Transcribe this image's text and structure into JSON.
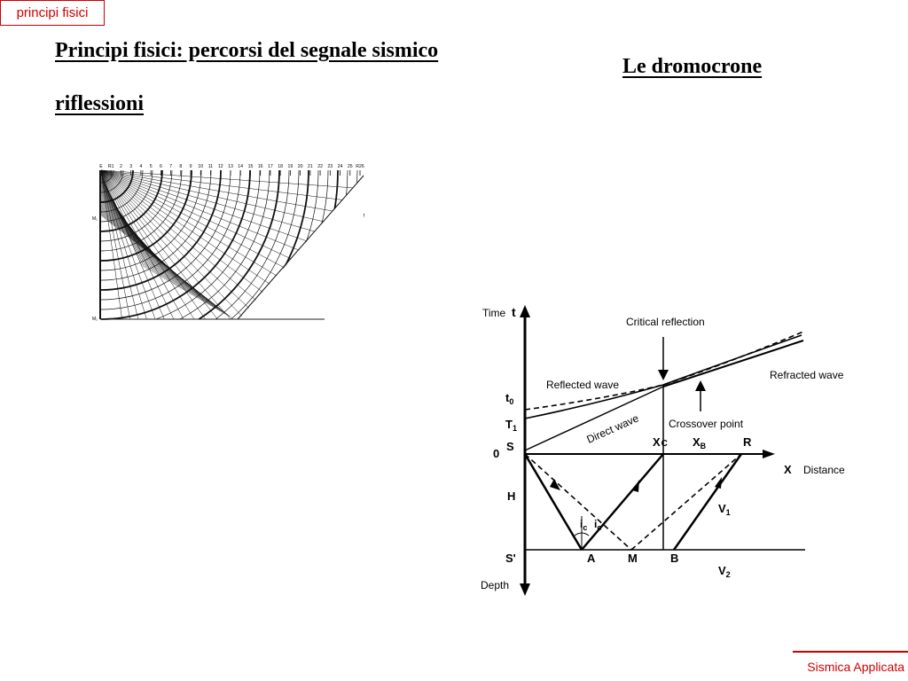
{
  "tag": "principi fisici",
  "title": "Principi fisici: percorsi del segnale sismico",
  "subtitle": "riflessioni",
  "dromocrone_heading": "Le dromocrone",
  "footer": "Sismica Applicata",
  "wavefront_figure": {
    "scale_labels": [
      "E",
      "R1",
      "2",
      "3",
      "4",
      "5",
      "6",
      "7",
      "8",
      "9",
      "10",
      "11",
      "12",
      "13",
      "14",
      "15",
      "16",
      "17",
      "18",
      "19",
      "20",
      "21",
      "22",
      "23",
      "24",
      "25",
      "R26"
    ],
    "side_labels": [
      "M₁",
      "M₂"
    ]
  },
  "diagram": {
    "labels": {
      "time": "Time",
      "t": "t",
      "critical_reflection": "Critical reflection",
      "reflected_wave": "Reflected wave",
      "refracted_wave": "Refracted wave",
      "t0": "t",
      "t0_sub": "0",
      "t1": "T",
      "t1_sub": "1",
      "direct_wave": "Direct wave",
      "crossover_point": "Crossover point",
      "s": "S",
      "xc": "X",
      "xc_sub": "C",
      "xb": "X",
      "xb_sub": "B",
      "r": "R",
      "zero": "0",
      "x": "X",
      "distance": "Distance",
      "h": "H",
      "v1": "V",
      "v1_sub": "1",
      "ic": "i",
      "ic_sub": "c",
      "ic2": "i",
      "ic2_sub": "c",
      "s_prime": "S'",
      "a": "A",
      "m": "M",
      "b": "B",
      "v2": "V",
      "v2_sub": "2",
      "depth": "Depth"
    }
  }
}
